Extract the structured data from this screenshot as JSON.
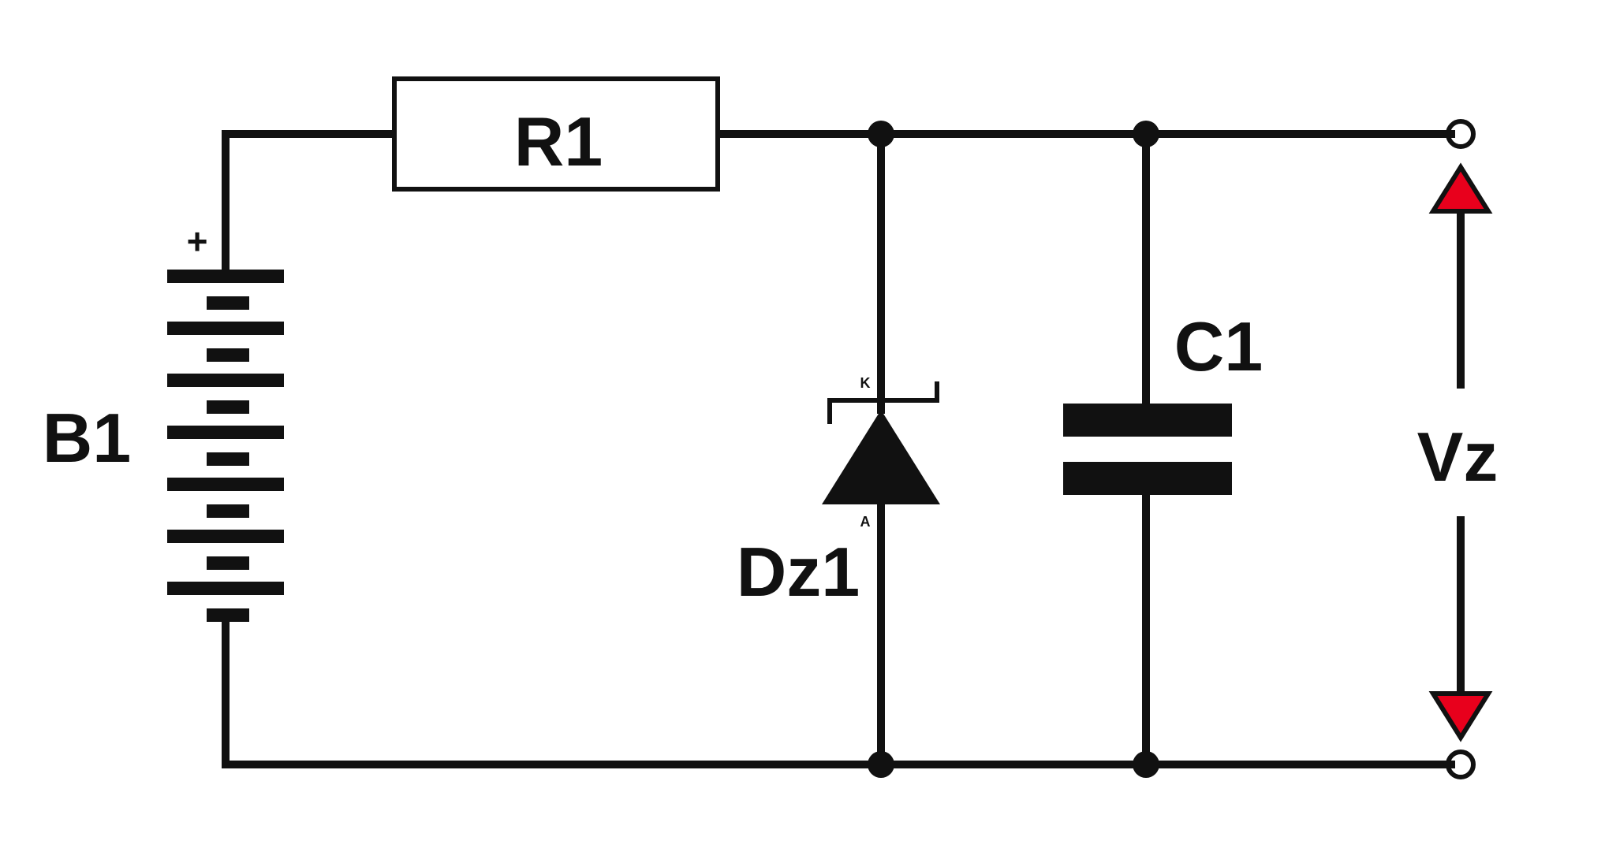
{
  "diagram": {
    "labels": {
      "battery": "B1",
      "resistor": "R1",
      "zener": "Dz1",
      "capacitor": "C1",
      "output_voltage": "Vz",
      "battery_plus": "+",
      "zener_cathode": "K",
      "zener_anode": "A"
    },
    "colors": {
      "line": "#111111",
      "arrow_fill": "#e8001c",
      "background": "#ffffff"
    }
  }
}
